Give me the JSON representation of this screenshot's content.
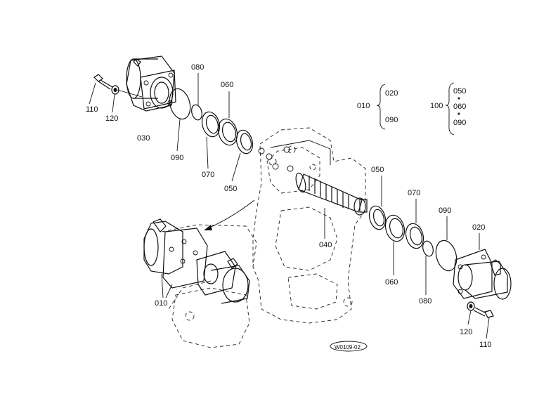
{
  "callouts": {
    "c110_left": "110",
    "c120_left": "120",
    "c030": "030",
    "c090_left": "090",
    "c080_top": "080",
    "c070_left": "070",
    "c060_top": "060",
    "c050_left": "050",
    "c050_right": "050",
    "c040": "040",
    "c060_bottom": "060",
    "c070_right": "070",
    "c080_bottom": "080",
    "c090_right": "090",
    "c020": "020",
    "c120_right": "120",
    "c110_right": "110",
    "c010_bottom": "010"
  },
  "legend": {
    "group010": {
      "parent": "010",
      "items": [
        "020",
        "090"
      ]
    },
    "group100": {
      "parent": "100",
      "items": [
        "050",
        "060",
        "090"
      ]
    }
  },
  "drawing_id": "W0109-02"
}
